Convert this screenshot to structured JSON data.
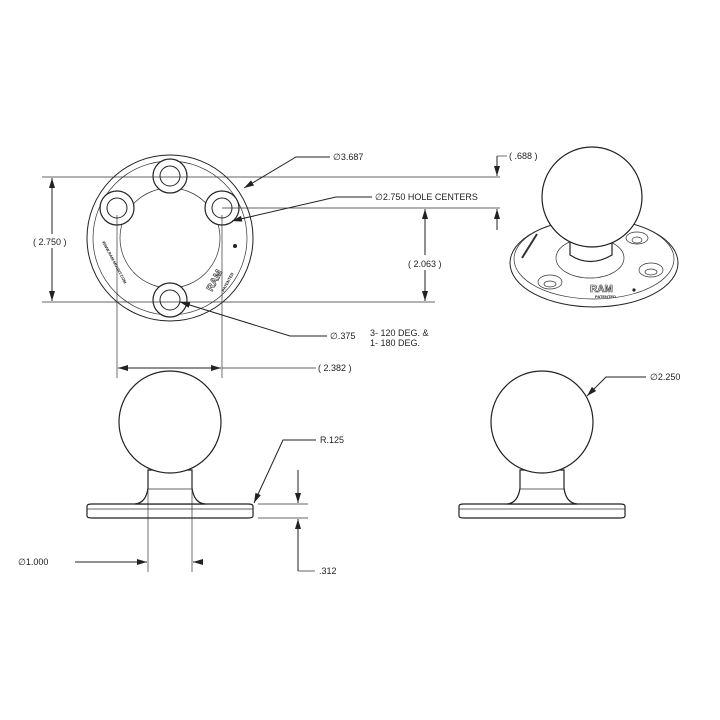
{
  "dimensions": {
    "outer_diameter": "∅3.687",
    "hole_centers": "∅2.750 HOLE CENTERS",
    "height_ref": "( 2.750 )",
    "hole_offset": "( 2.063 )",
    "ball_offset": "( .688 )",
    "hole_diameter": "∅.375",
    "hole_pattern_line1": "3- 120 DEG. &",
    "hole_pattern_line2": "1- 180 DEG.",
    "hole_spacing": "( 2.382 )",
    "fillet_radius": "R.125",
    "neck_diameter": "∅1.000",
    "base_thickness": ".312",
    "ball_diameter": "∅2.250"
  },
  "markings": {
    "brand": "RAM",
    "patented": "PATENTED",
    "website": "WWW.RAM-MOUNT.COM"
  },
  "colors": {
    "line": "#222222",
    "background": "#ffffff"
  }
}
